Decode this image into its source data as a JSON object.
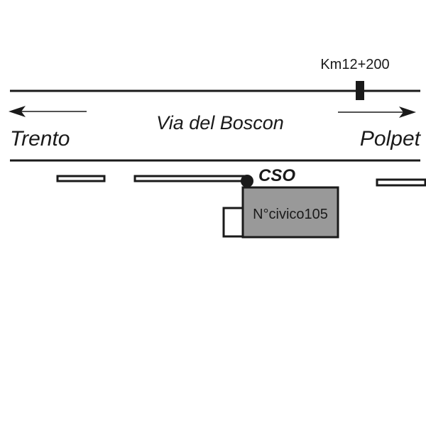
{
  "map": {
    "road_name": "Via del Boscon",
    "milestone": "Km12+200",
    "direction_west": "Trento",
    "direction_east": "Polpet",
    "point_label": "CSO",
    "building_label": "N°civico105",
    "colors": {
      "line": "#1a1a1a",
      "building_fill": "#999999",
      "background": "#ffffff"
    }
  }
}
